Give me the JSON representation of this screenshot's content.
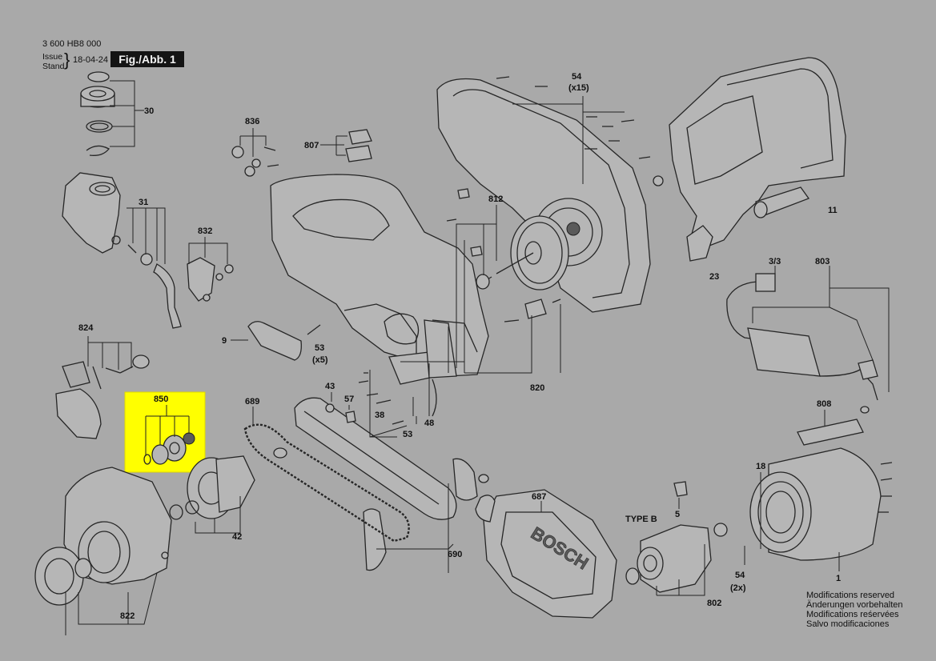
{
  "header": {
    "doc_code": "3 600 HB8 000",
    "issue_label": "Issue",
    "stand_label": "Stand",
    "date": "18-04-24",
    "figure": "Fig./Abb. 1"
  },
  "footer_notes": [
    "Modifications reserved",
    "Änderungen vorbehalten",
    "Modifications reśervées",
    "Salvo modificaciones"
  ],
  "part_labels": {
    "p30": "30",
    "p31": "31",
    "p832": "832",
    "p836": "836",
    "p807": "807",
    "p54_top": "54",
    "p54_top_qty": "(x15)",
    "p11": "11",
    "p23": "23",
    "p812": "812",
    "p9": "9",
    "p53_a": "53",
    "p53_a_qty": "(x5)",
    "p824": "824",
    "p850": "850",
    "p689": "689",
    "p43": "43",
    "p57": "57",
    "p38": "38",
    "p53_b": "53",
    "p48": "48",
    "p820": "820",
    "p33": "3/3",
    "p803": "803",
    "p808": "808",
    "p18": "18",
    "p42": "42",
    "p690": "690",
    "p687": "687",
    "p5": "5",
    "type_b": "TYPE B",
    "p54_b": "54",
    "p54_b_qty": "(2x)",
    "p802": "802",
    "p1": "1",
    "p822": "822"
  },
  "highlight": {
    "part": "850",
    "color": "#ffff00"
  },
  "colors": {
    "background": "#a9a9a9",
    "ink": "#111111",
    "header_box": "#141414"
  }
}
